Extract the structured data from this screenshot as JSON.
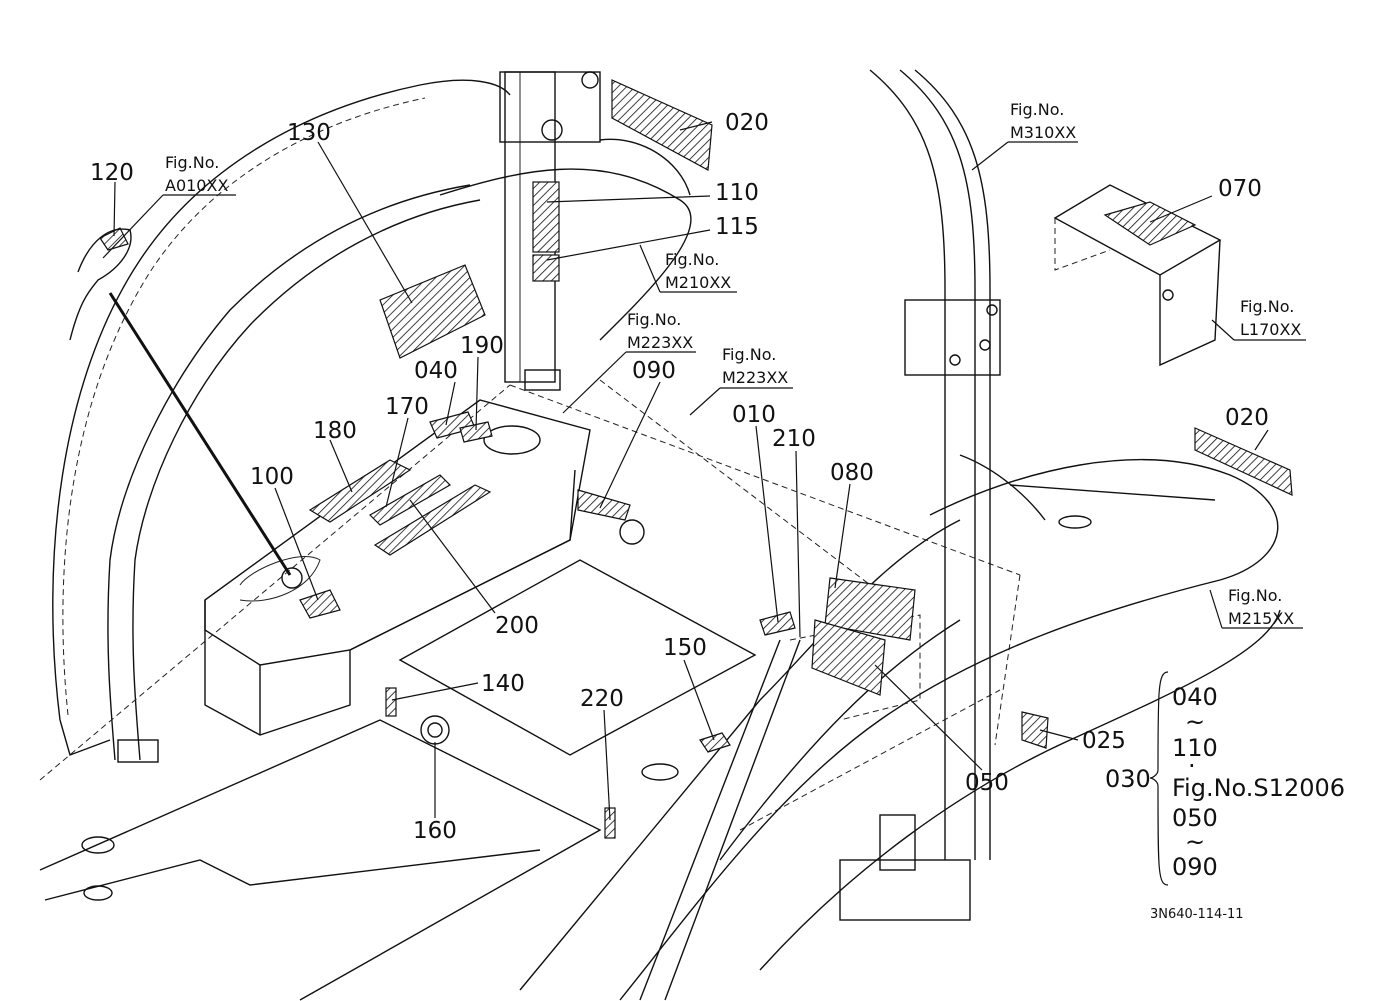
{
  "diagram_code": "3N640-114-11",
  "part_labels": {
    "p020a": "020",
    "p020b": "020",
    "p025": "025",
    "p030": "030",
    "p040": "040",
    "p050": "050",
    "p070": "070",
    "p080": "080",
    "p090": "090",
    "p010": "010",
    "p100": "100",
    "p110": "110",
    "p115": "115",
    "p120": "120",
    "p130": "130",
    "p140": "140",
    "p150": "150",
    "p160": "160",
    "p170": "170",
    "p180": "180",
    "p190": "190",
    "p200": "200",
    "p210": "210",
    "p220": "220"
  },
  "fig_refs": {
    "a010": {
      "title": "Fig.No.",
      "code": "A010XX"
    },
    "m310": {
      "title": "Fig.No.",
      "code": "M310XX"
    },
    "m210": {
      "title": "Fig.No.",
      "code": "M210XX"
    },
    "m223a": {
      "title": "Fig.No.",
      "code": "M223XX"
    },
    "m223b": {
      "title": "Fig.No.",
      "code": "M223XX"
    },
    "l170": {
      "title": "Fig.No.",
      "code": "L170XX"
    },
    "m215": {
      "title": "Fig.No.",
      "code": "M215XX"
    }
  },
  "bracket_note": {
    "top_from": "040",
    "top_tilde": "~",
    "top_to": "110",
    "mid_dot": "·",
    "reference": "Fig.No.S12006",
    "bottom_from": "050",
    "bottom_tilde": "~",
    "bottom_to": "090"
  }
}
